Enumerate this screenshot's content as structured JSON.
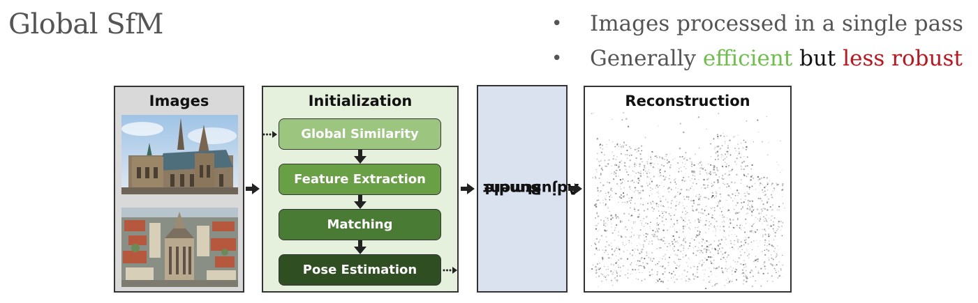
{
  "slide": {
    "title": "Global SfM",
    "bullets": [
      {
        "text": "Images processed in a single pass"
      },
      {
        "prefix": "Generally ",
        "efficient": "efficient",
        "middle": " but ",
        "robust": "less robust"
      }
    ],
    "colors": {
      "efficient": "#6cc04a",
      "robust": "#c0141c",
      "text": "#555555"
    }
  },
  "diagram": {
    "images_title": "Images",
    "init_title": "Initialization",
    "steps": [
      {
        "label": "Global Similarity",
        "color": "#9cc57f"
      },
      {
        "label": "Feature Extraction",
        "color": "#6aa045"
      },
      {
        "label": "Matching",
        "color": "#4a7b35"
      },
      {
        "label": "Pose Estimation",
        "color": "#2f4f22"
      }
    ],
    "ba_line1": "Bundle",
    "ba_line2": "Adjustment",
    "recon_title": "Reconstruction",
    "photo_1": "cathedral-photo",
    "photo_2": "city-aerial-photo",
    "recon_graphic": "point-cloud"
  }
}
